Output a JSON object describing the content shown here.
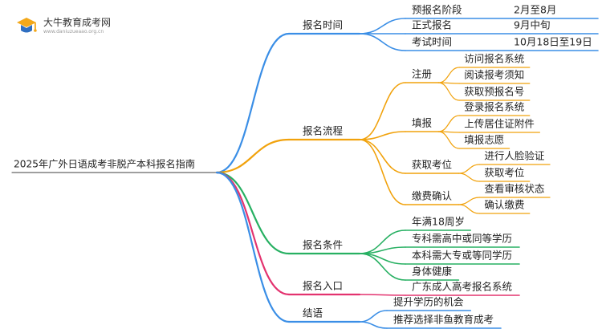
{
  "logo": {
    "name": "大牛教育成考网",
    "url": "www.daniuzueaao.org.cn"
  },
  "root": {
    "label": "2025年广外日语成考非脱产本科报名指南",
    "children": [
      {
        "label": "报名时间",
        "color": "#3a8ee6",
        "children": [
          {
            "label": "预报名阶段",
            "value": "2月至8月"
          },
          {
            "label": "正式报名",
            "value": "9月中旬"
          },
          {
            "label": "考试时间",
            "value": "10月18日至19日"
          }
        ]
      },
      {
        "label": "报名流程",
        "color": "#f1a20c",
        "children": [
          {
            "label": "注册",
            "children": [
              "访问报名系统",
              "阅读报考须知",
              "获取预报名号"
            ]
          },
          {
            "label": "填报",
            "children": [
              "登录报名系统",
              "上传居住证附件",
              "填报志愿"
            ]
          },
          {
            "label": "获取考位",
            "children": [
              "进行人脸验证",
              "获取考位"
            ]
          },
          {
            "label": "缴费确认",
            "children": [
              "查看审核状态",
              "确认缴费"
            ]
          }
        ]
      },
      {
        "label": "报名条件",
        "color": "#27b062",
        "children": [
          {
            "label": "年满18周岁"
          },
          {
            "label": "专科需高中或同等学历"
          },
          {
            "label": "本科需大专或等同学历"
          },
          {
            "label": "身体健康"
          }
        ]
      },
      {
        "label": "报名入口",
        "color": "#e3336f",
        "children": [
          {
            "label": "广东成人高考报名系统"
          }
        ]
      },
      {
        "label": "结语",
        "color": "#3a8ee6",
        "children": [
          {
            "label": "提升学历的机会"
          },
          {
            "label": "推荐选择非鱼教育成考"
          }
        ]
      }
    ]
  }
}
